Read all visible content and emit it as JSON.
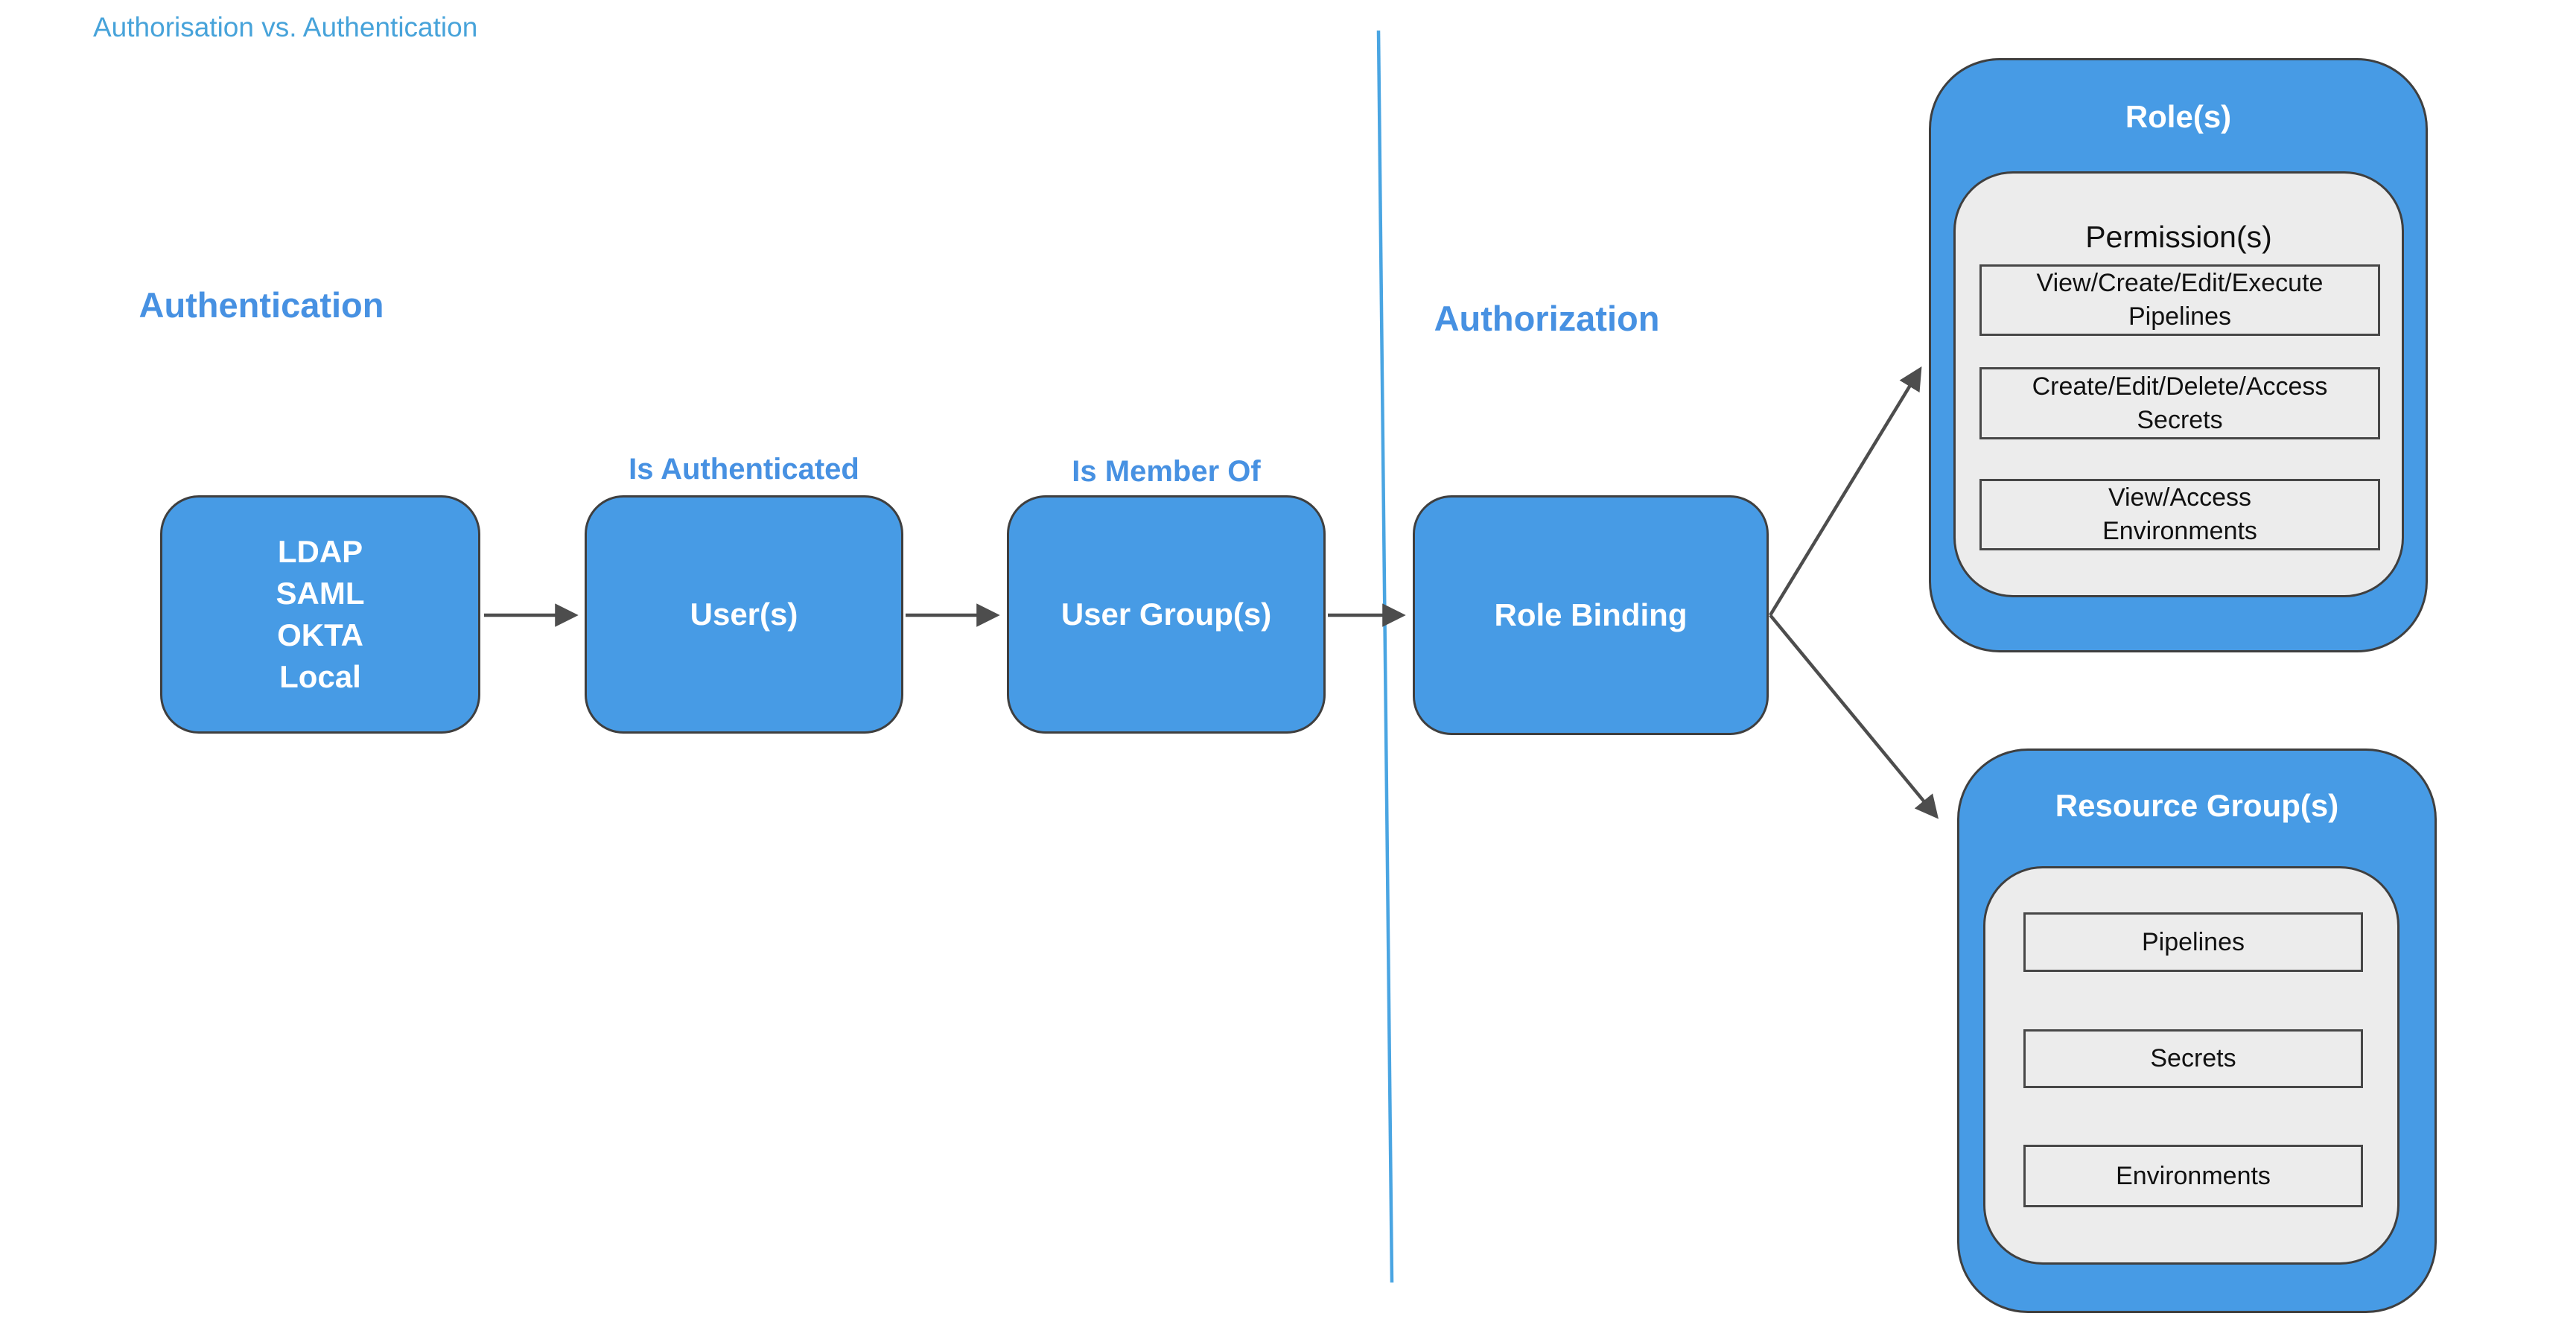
{
  "title": "Authorisation vs. Authentication",
  "sections": {
    "authentication": {
      "label": "Authentication"
    },
    "authorization": {
      "label": "Authorization"
    }
  },
  "flow": {
    "identity_providers": {
      "lines": [
        "LDAP",
        "SAML",
        "OKTA",
        "Local"
      ]
    },
    "users": {
      "label": "User(s)",
      "annotation": "Is Authenticated"
    },
    "user_groups": {
      "label": "User Group(s)",
      "annotation": "Is Member Of"
    },
    "role_binding": {
      "label": "Role Binding"
    }
  },
  "roles": {
    "title": "Role(s)",
    "permissions": {
      "title": "Permission(s)",
      "items": [
        {
          "line1": "View/Create/Edit/Execute",
          "line2": "Pipelines"
        },
        {
          "line1": "Create/Edit/Delete/Access",
          "line2": "Secrets"
        },
        {
          "line1": "View/Access",
          "line2": "Environments"
        }
      ]
    }
  },
  "resource_groups": {
    "title": "Resource Group(s)",
    "items": [
      "Pipelines",
      "Secrets",
      "Environments"
    ]
  },
  "connections": [
    {
      "from": "identity-providers",
      "to": "users"
    },
    {
      "from": "users",
      "to": "user-groups"
    },
    {
      "from": "user-groups",
      "to": "role-binding"
    },
    {
      "from": "role-binding",
      "to": "roles"
    },
    {
      "from": "role-binding",
      "to": "resource-groups"
    }
  ],
  "colors": {
    "node_blue": "#479be5",
    "divider_blue": "#4aa5e2",
    "title_blue": "#47a3da",
    "label_blue": "#4791e2",
    "border_dark": "#3f3f3f",
    "panel_gray": "#ececec",
    "arrow_gray": "#4d4d4d",
    "node_text": "#ffffff",
    "panel_text": "#111111"
  }
}
